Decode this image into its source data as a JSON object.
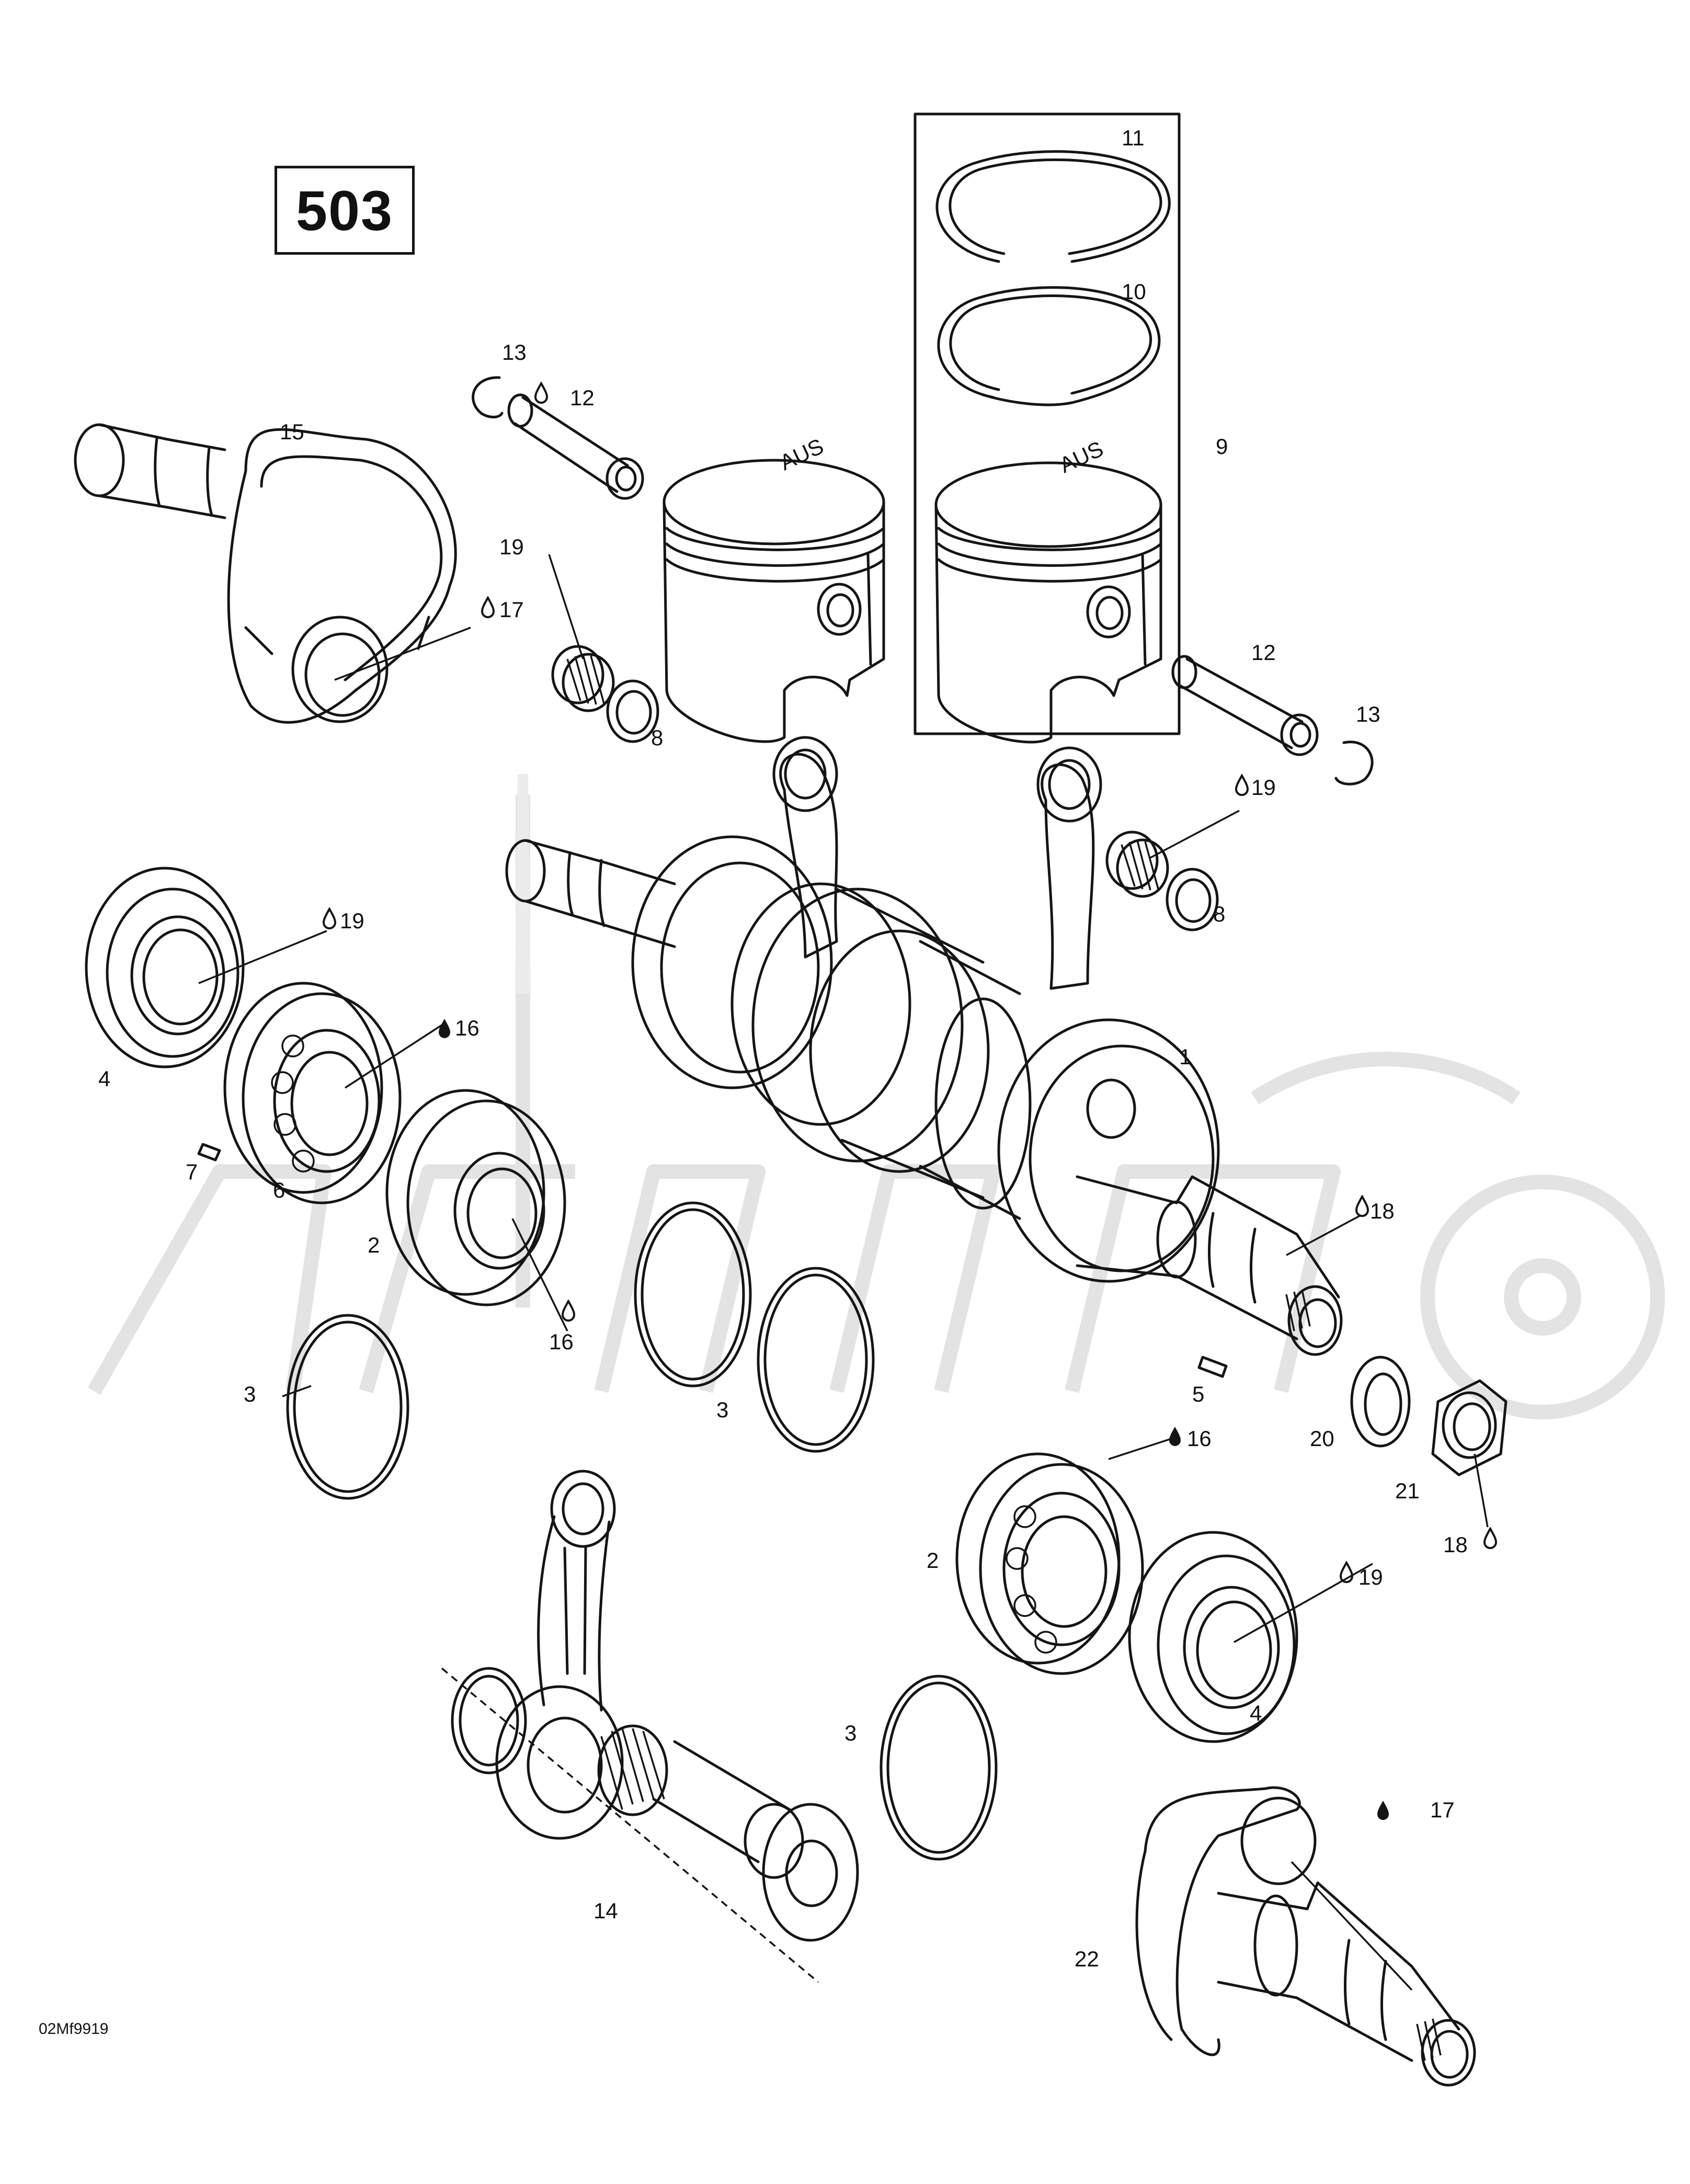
{
  "diagram_title": "503",
  "reference_code": "02Mf9919",
  "callouts": {
    "c1": "1",
    "c2a": "2",
    "c2b": "2",
    "c3a": "3",
    "c3b": "3",
    "c3c": "3",
    "c4a": "4",
    "c4b": "4",
    "c5": "5",
    "c6": "6",
    "c7": "7",
    "c8a": "8",
    "c8b": "8",
    "c9": "9",
    "c10": "10",
    "c11": "11",
    "c12a": "12",
    "c12b": "12",
    "c13a": "13",
    "c13b": "13",
    "c14": "14",
    "c15": "15",
    "c16a": "16",
    "c16b": "16",
    "c16c": "16",
    "c17a": "17",
    "c17b": "17",
    "c18a": "18",
    "c18b": "18",
    "c19a": "19",
    "c19b": "19",
    "c19c": "19",
    "c19d": "19",
    "c20": "20",
    "c21": "21",
    "c22": "22"
  },
  "piston_marking": "AUS"
}
